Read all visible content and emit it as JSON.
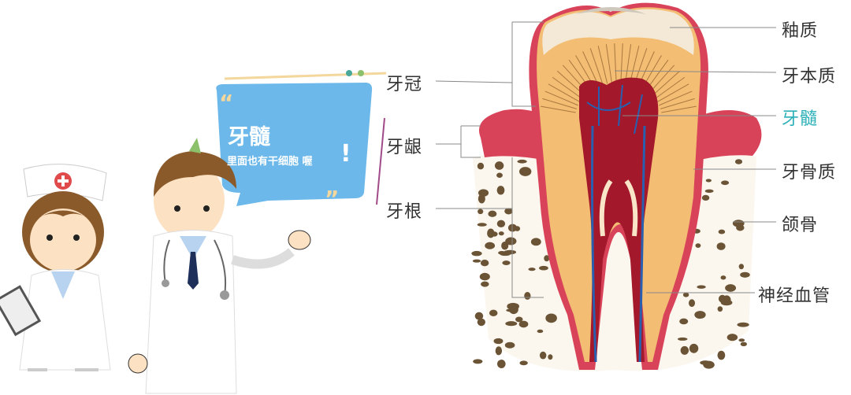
{
  "bubble": {
    "title": "牙髓",
    "subtitle": "里面也有干细胞 喔",
    "exclaim": "!"
  },
  "labels_left": {
    "crown": "牙冠",
    "gum": "牙龈",
    "root": "牙根"
  },
  "labels_right": {
    "enamel": "釉质",
    "dentin": "牙本质",
    "pulp": "牙髓",
    "cementum": "牙骨质",
    "jawbone": "颌骨",
    "nerves_vessels": "神经血管"
  },
  "colors": {
    "highlight": "#2bb0b8",
    "bubble": "#6cb8ea",
    "gum": "#d9435a",
    "pulp": "#a3182a",
    "dentin": "#f3bd73",
    "bone_spot": "#6b5335"
  }
}
